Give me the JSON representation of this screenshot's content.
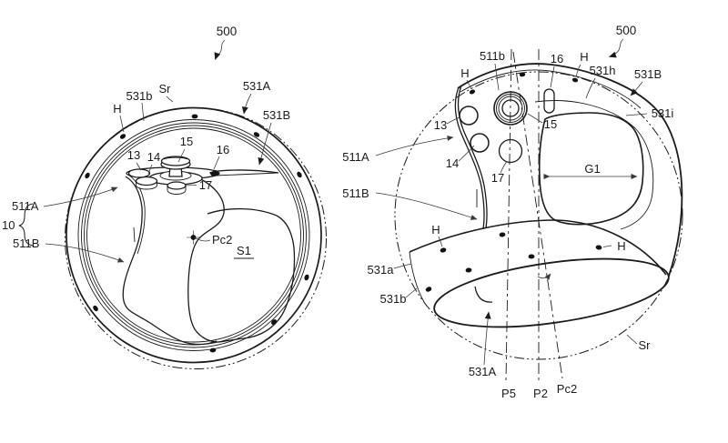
{
  "page": {
    "background": "#ffffff",
    "line_color": "#1b1b1b"
  },
  "left_view": {
    "ref500": "500",
    "sr": "Sr",
    "l531b": "531b",
    "h": "H",
    "l531A": "531A",
    "l531B": "531B",
    "n13": "13",
    "n14": "14",
    "n15": "15",
    "n16": "16",
    "n17": "17",
    "l511A": "511A",
    "l511B": "511B",
    "n10": "10",
    "pc2": "Pc2",
    "s1": "S1"
  },
  "right_view": {
    "ref500": "500",
    "l511b": "511b",
    "n16": "16",
    "h": "H",
    "l531h": "531h",
    "l531B": "531B",
    "l531i": "531i",
    "n13": "13",
    "n14": "14",
    "n15": "15",
    "n17": "17",
    "l511A": "511A",
    "l511B": "511B",
    "g1": "G1",
    "l531a": "531a",
    "l531b": "531b",
    "l531A": "531A",
    "sr": "Sr",
    "p5": "P5",
    "p2": "P2",
    "pc2": "Pc2"
  }
}
